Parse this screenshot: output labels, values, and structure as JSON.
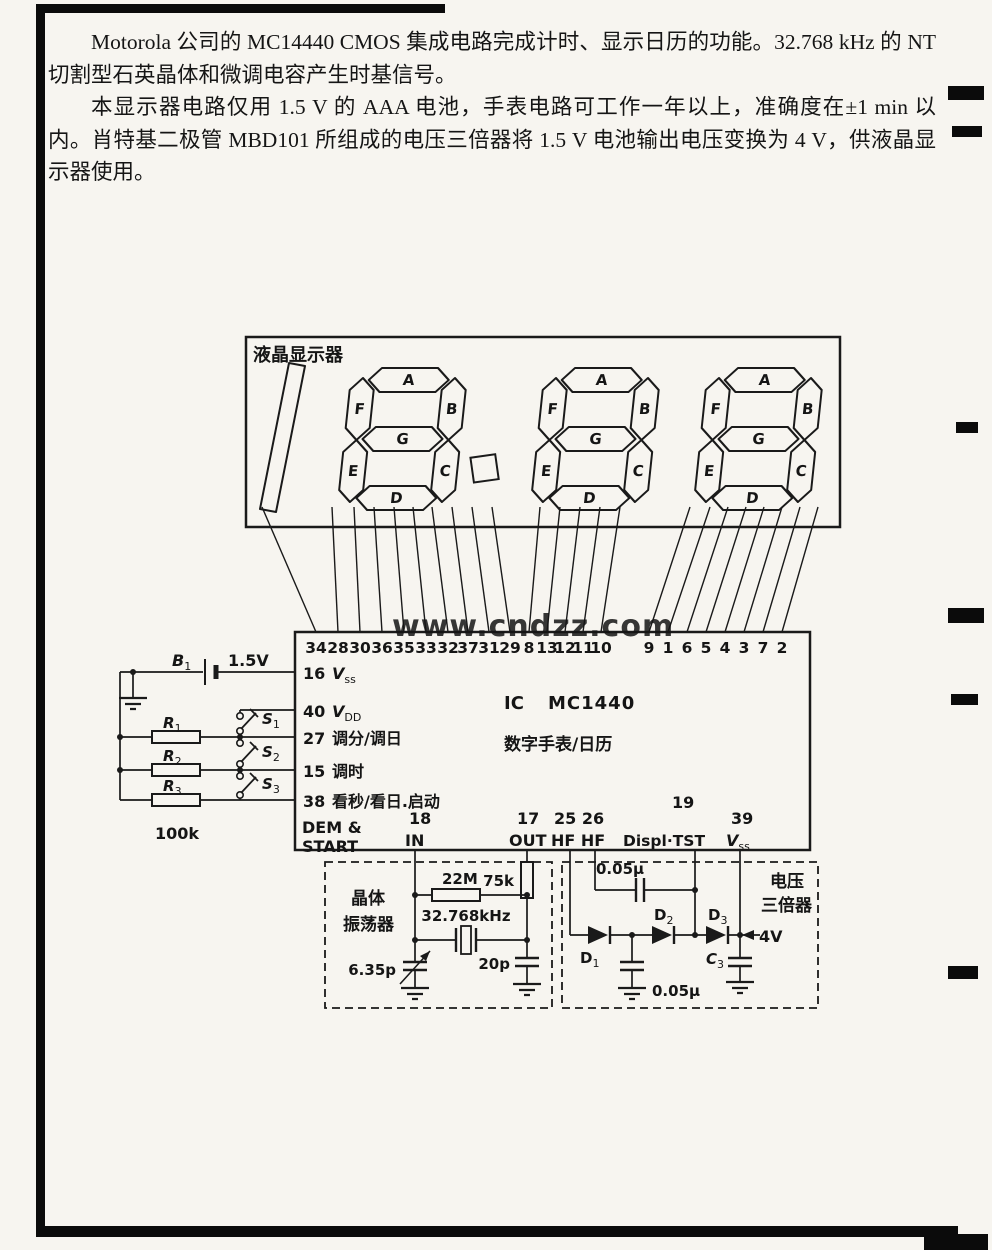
{
  "page": {
    "intro_paragraphs": [
      "Motorola 公司的 MC14440 CMOS 集成电路完成计时、显示日历的功能。32.768 kHz 的 NT 切割型石英晶体和微调电容产生时基信号。",
      "本显示器电路仅用 1.5 V 的 AAA 电池，手表电路可工作一年以上，准确度在±1 min 以内。肖特基二极管 MBD101 所组成的电压三倍器将 1.5 V 电池输出电压变换为 4 V，供液晶显示器使用。"
    ],
    "watermark": "www.cndzz.com"
  },
  "colors": {
    "watermark": "#4f9bd6",
    "ink": "#1a1a1a",
    "paper": "#f7f5f0"
  },
  "lcd": {
    "label": "液晶显示器",
    "segment_letters": [
      "A",
      "B",
      "C",
      "D",
      "E",
      "F",
      "G"
    ]
  },
  "ic": {
    "name_prefix": "IC",
    "name": "MC1440",
    "function": "数字手表/日历",
    "pin_numbers_left_group": [
      "34",
      "28",
      "30",
      "36",
      "35",
      "33",
      "32",
      "37",
      "31",
      "29",
      "8",
      "13",
      "12",
      "11",
      "10"
    ],
    "pin_numbers_right_group": [
      "9",
      "1",
      "6",
      "5",
      "4",
      "3",
      "7",
      "2"
    ],
    "left_pins": [
      {
        "num": "16",
        "label": "V",
        "sub": "ss"
      },
      {
        "num": "40",
        "label": "V",
        "sub": "DD"
      },
      {
        "num": "27",
        "label": "调分/调日",
        "sub": ""
      },
      {
        "num": "15",
        "label": "调时",
        "sub": ""
      },
      {
        "num": "38",
        "label": "看秒/看日.启动",
        "sub": ""
      }
    ],
    "dem_start_line1": "DEM &",
    "dem_start_line2": "START",
    "bottom_pins": [
      {
        "num": "18",
        "label": "IN"
      },
      {
        "num": "17",
        "label": "OUT"
      },
      {
        "num": "25 26",
        "label": "HF HF"
      },
      {
        "num": "19",
        "label": "Displ·TST"
      },
      {
        "num": "39",
        "label": "V",
        "sub": "ss"
      }
    ]
  },
  "power": {
    "battery_name": "B",
    "battery_sub": "1",
    "battery_value": "1.5V",
    "resistors": [
      {
        "sym": "R",
        "sub": "1"
      },
      {
        "sym": "R",
        "sub": "2"
      },
      {
        "sym": "R",
        "sub": "3"
      }
    ],
    "resistor_value": "100k",
    "switches": [
      {
        "sym": "S",
        "sub": "1"
      },
      {
        "sym": "S",
        "sub": "2"
      },
      {
        "sym": "S",
        "sub": "3"
      }
    ]
  },
  "oscillator": {
    "label_line1": "晶体",
    "label_line2": "振荡器",
    "feedback_resistor": "22M",
    "series_resistor": "75k",
    "crystal": "32.768kHz",
    "trimmer_cap": "6.35p",
    "load_cap": "20p"
  },
  "tripler": {
    "label_line1": "电压",
    "label_line2": "三倍器",
    "cap_top": "0.05μ",
    "cap_bottom": "0.05μ",
    "diode1": "D",
    "diode1_sub": "1",
    "diode2": "D",
    "diode2_sub": "2",
    "diode3": "D",
    "diode3_sub": "3",
    "c3_sym": "C",
    "c3_sub": "3",
    "output": "4V"
  }
}
